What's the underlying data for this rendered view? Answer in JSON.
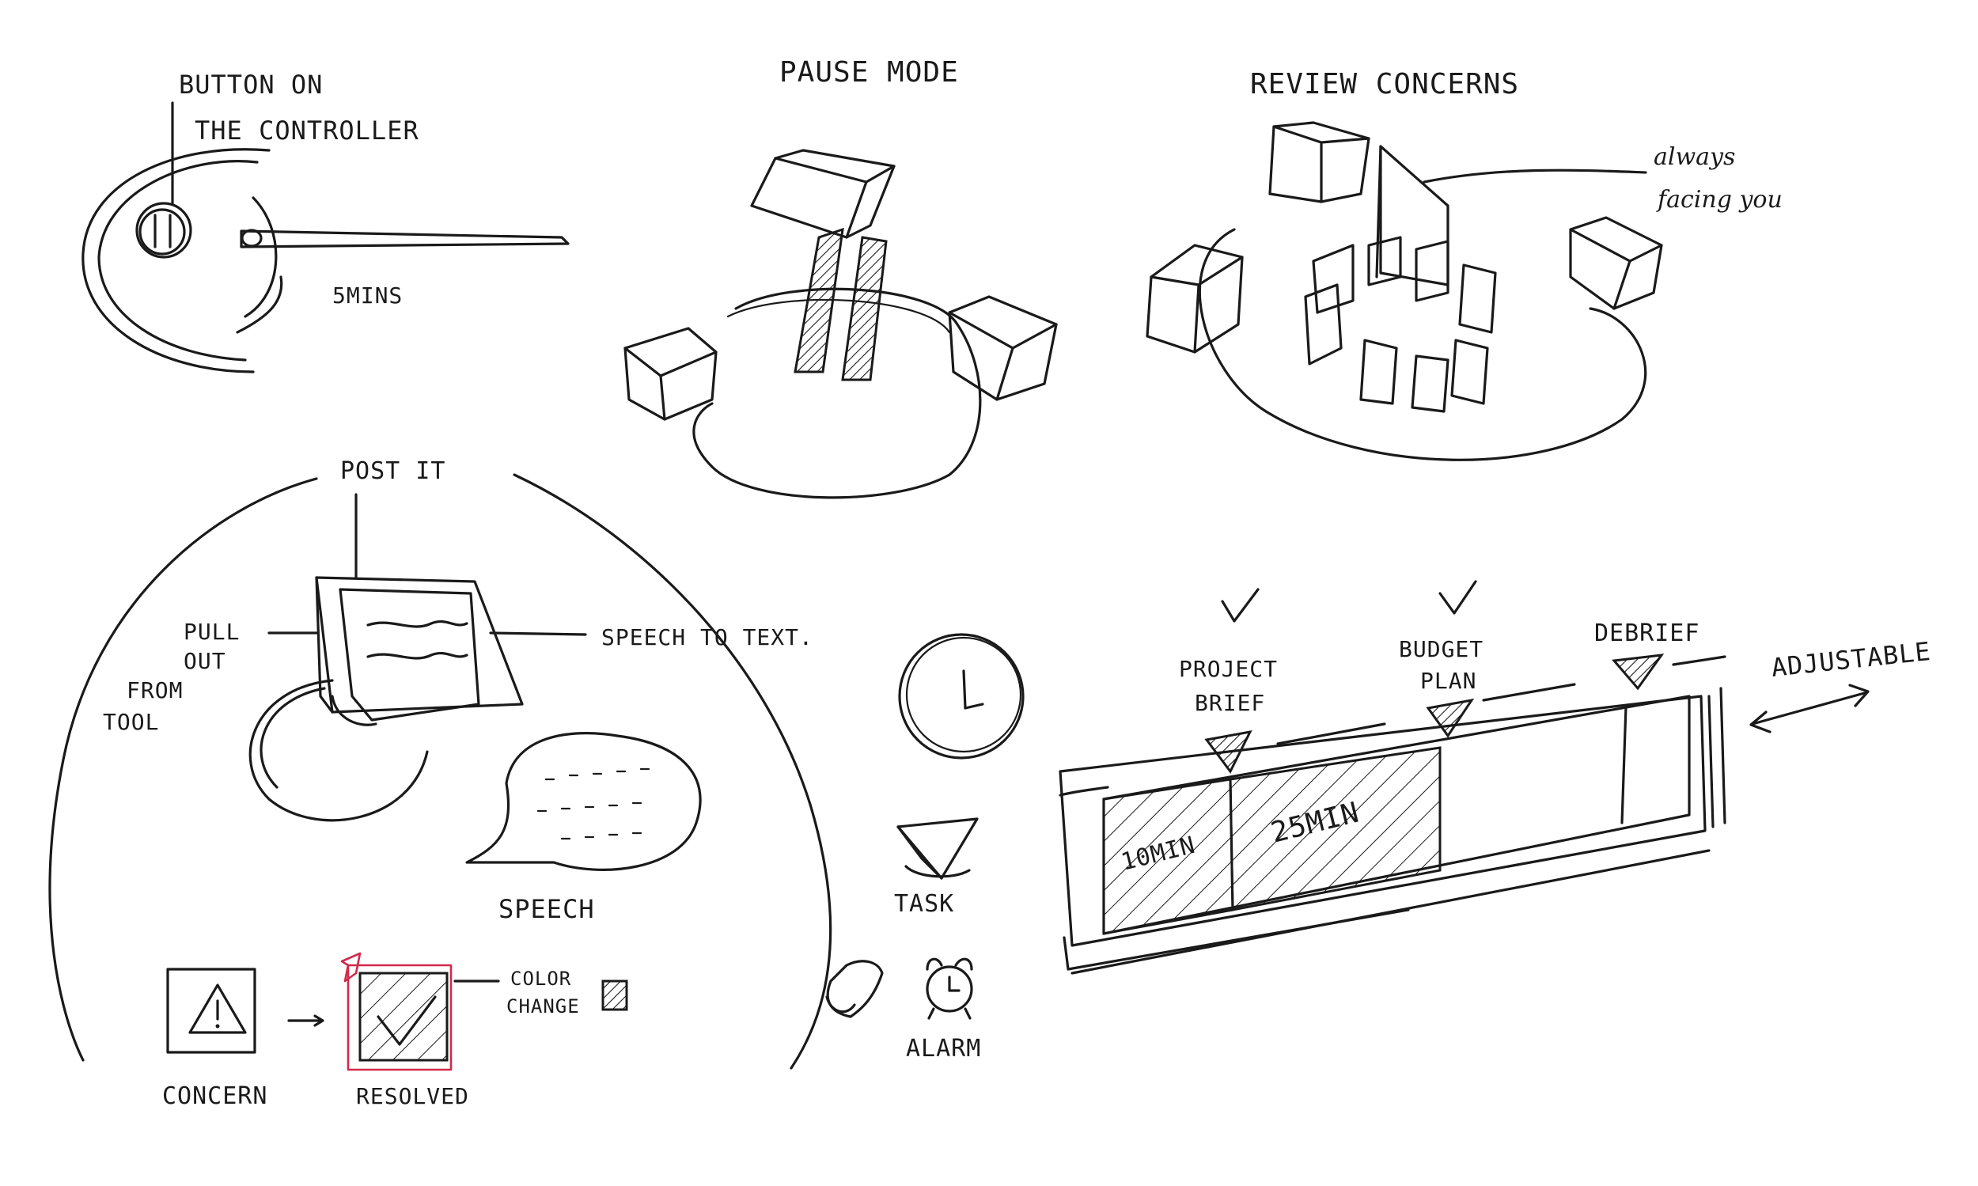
{
  "colors": {
    "ink": "#1a1a1a",
    "accent": "#d12a4a",
    "paper": "#ffffff"
  },
  "controller": {
    "label_line1": "BUTTON ON",
    "label_line2": "THE CONTROLLER",
    "duration": "5MINS",
    "icon": "pause-icon"
  },
  "pause_mode": {
    "title": "PAUSE MODE"
  },
  "review": {
    "title": "REVIEW CONCERNS",
    "note_line1": "always",
    "note_line2": "facing you"
  },
  "postit": {
    "title": "POST IT",
    "pull_line1": "PULL",
    "pull_line2": "OUT",
    "pull_line3": "FROM",
    "pull_line4": "TOOL",
    "speech_to_text": "SPEECH TO TEXT.",
    "speech": "SPEECH"
  },
  "status": {
    "concern": "CONCERN",
    "resolved": "RESOLVED",
    "color_line1": "COLOR",
    "color_line2": "CHANGE"
  },
  "tools": {
    "task": "TASK",
    "alarm": "ALARM"
  },
  "timeline": {
    "marker1_line1": "PROJECT",
    "marker1_line2": "BRIEF",
    "marker2_line1": "BUDGET",
    "marker2_line2": "PLAN",
    "marker3": "DEBRIEF",
    "adjustable": "ADJUSTABLE",
    "segment1": "10MIN",
    "segment2": "25MIN"
  }
}
